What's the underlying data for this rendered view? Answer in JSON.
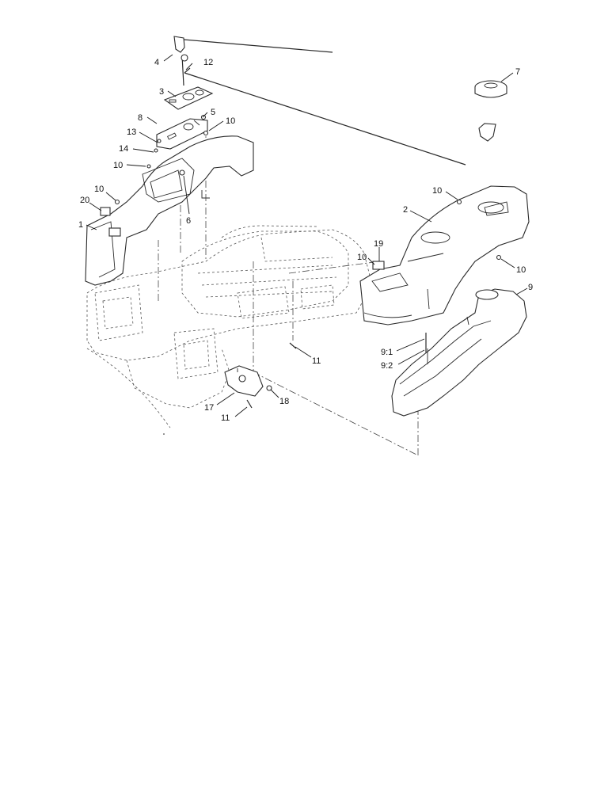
{
  "callouts": {
    "c1": "1",
    "c2": "2",
    "c3": "3",
    "c4": "4",
    "c5": "5",
    "c6": "6",
    "c7": "7",
    "c8": "8",
    "c9": "9",
    "c9_1": "9:1",
    "c9_2": "9:2",
    "c10_a": "10",
    "c10_b": "10",
    "c10_c": "10",
    "c10_d": "10",
    "c10_e": "10",
    "c10_f": "10",
    "c11_a": "11",
    "c11_b": "11",
    "c12": "12",
    "c13": "13",
    "c14": "14",
    "c17": "17",
    "c18": "18",
    "c19": "19",
    "c20": "20"
  }
}
